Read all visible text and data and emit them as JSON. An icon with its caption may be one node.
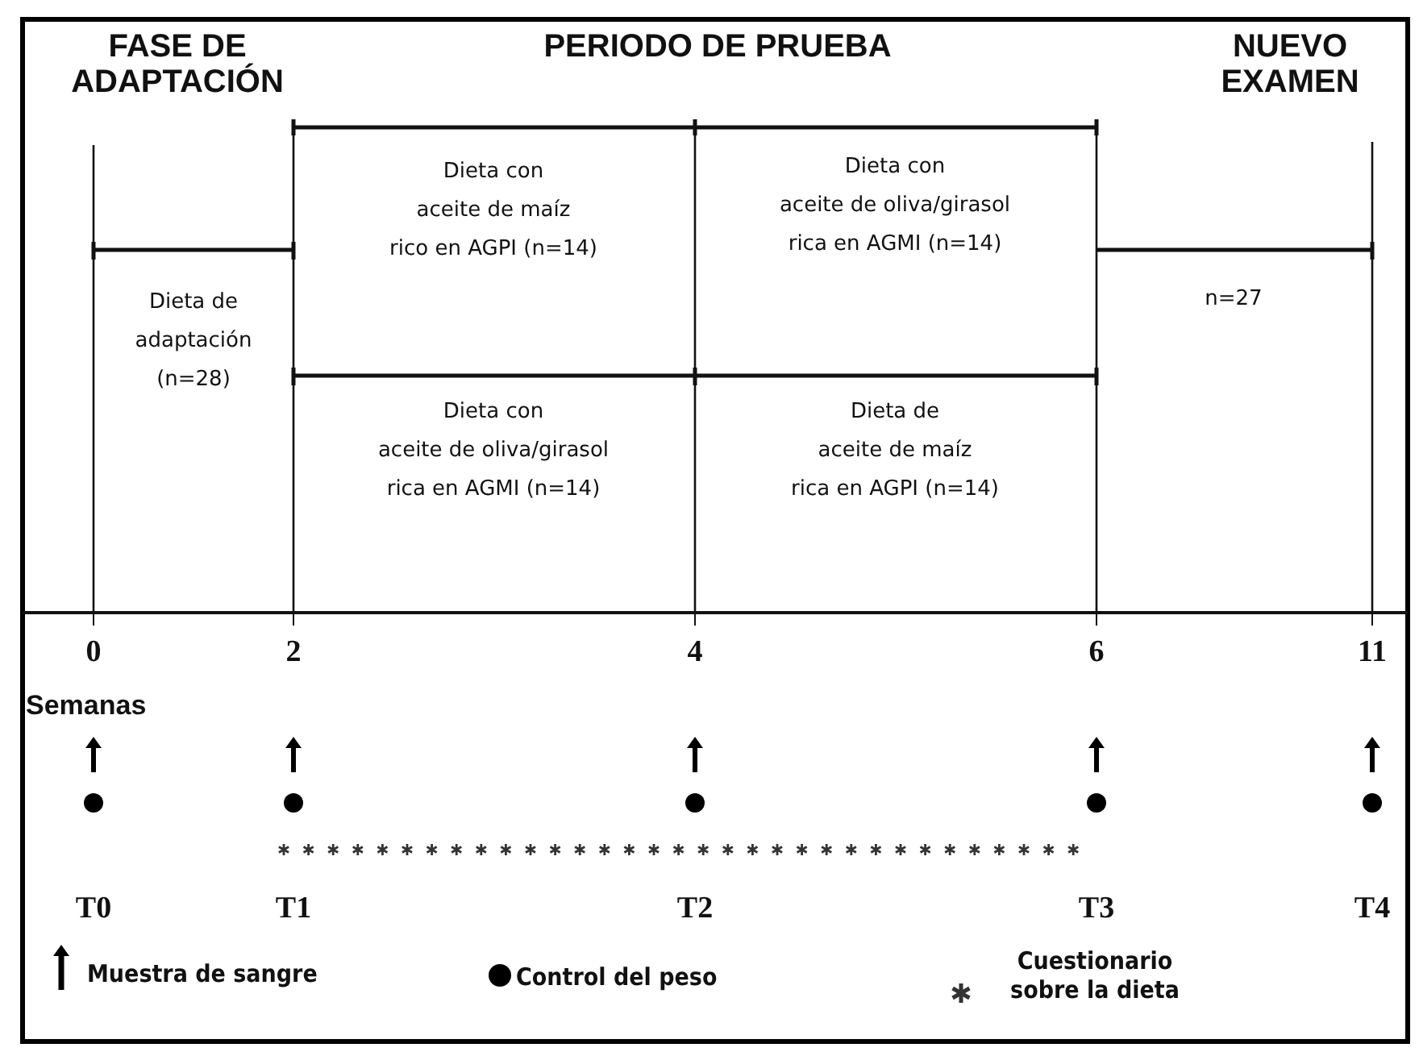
{
  "diagram": {
    "labels": [
      "FASE DE ADAPTACIÓN",
      "PERIODO DE PRUEBA",
      "NUEVO EXAMEN",
      "Dieta con aceite de maíz rico en AGPI (n=14)",
      "Dieta con aceite de oliva/girasol rica en AGMI (n=14)",
      "Dieta de adaptación (n=28)",
      "n=27",
      "Dieta con aceite de oliva/girasol rica en AGMI (n=14)",
      "Dieta de aceite de maíz rica en AGPI (n=14)",
      "0",
      "2",
      "4",
      "6",
      "11",
      "Semanas",
      "T0",
      "T1",
      "T2",
      "T3",
      "T4"
    ],
    "legend": [
      {
        "text": "Muestra de sangre"
      },
      {
        "text": "Control del peso"
      },
      {
        "text": "Cuestionario sobre la dieta"
      }
    ]
  }
}
